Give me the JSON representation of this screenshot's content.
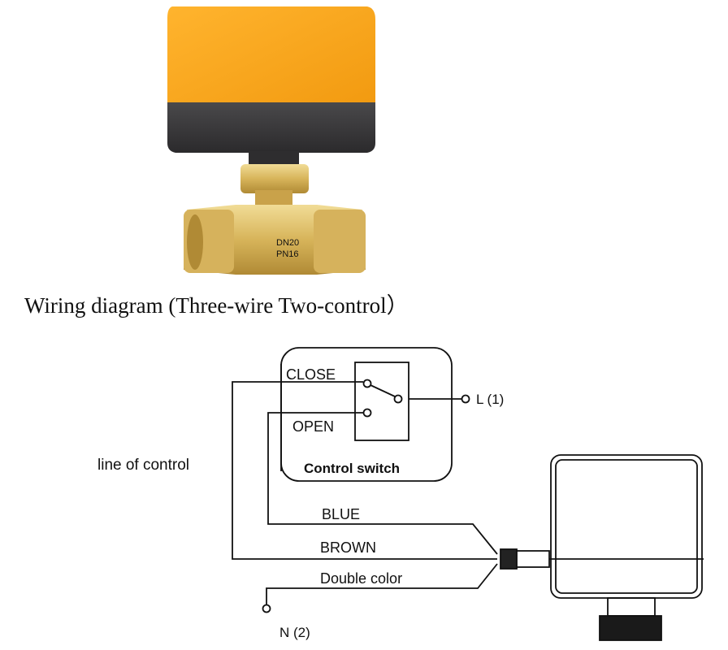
{
  "title": "Wiring diagram (Three-wire Two-control）",
  "valve_markings": {
    "line1": "DN20",
    "line2": "PN16"
  },
  "switch_box": {
    "close_label": "CLOSE",
    "open_label": "OPEN",
    "caption": "Control switch"
  },
  "terminals": {
    "live": "L (1)",
    "neutral": "N (2)"
  },
  "side_label": "line of control",
  "wires": {
    "blue": "BLUE",
    "brown": "BROWN",
    "double": "Double color"
  },
  "colors": {
    "actuator_orange": "#f7a51c",
    "actuator_dark": "#3b3a3c",
    "brass": "#d9b75a",
    "line": "#111111"
  }
}
